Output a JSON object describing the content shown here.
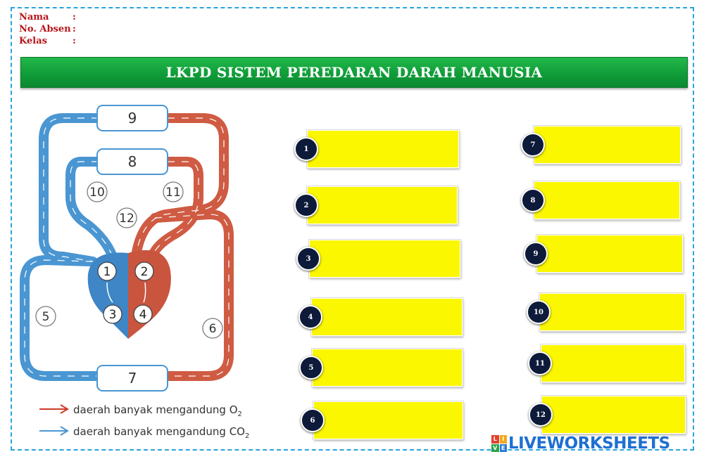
{
  "header": {
    "fields": [
      {
        "label": "Nama",
        "sep": ":"
      },
      {
        "label": "No. Absen",
        "sep": ":"
      },
      {
        "label": "Kelas",
        "sep": ":"
      }
    ]
  },
  "title": "LKPD SISTEM PEREDARAN DARAH MANUSIA",
  "diagram": {
    "labels": {
      "n1": "1",
      "n2": "2",
      "n3": "3",
      "n4": "4",
      "n5": "5",
      "n6": "6",
      "n7": "7",
      "n8": "8",
      "n9": "9",
      "n10": "10",
      "n11": "11",
      "n12": "12"
    },
    "legend": {
      "red_text": "daerah banyak mengandung O",
      "red_sub": "2",
      "blue_text": "daerah banyak mengandung CO",
      "blue_sub": "2"
    },
    "colors": {
      "oxygen": "#d0513a",
      "co2": "#3f8fce",
      "box_fill": "#fbf700"
    }
  },
  "answers": [
    {
      "number": "1",
      "value": ""
    },
    {
      "number": "2",
      "value": ""
    },
    {
      "number": "3",
      "value": ""
    },
    {
      "number": "4",
      "value": ""
    },
    {
      "number": "5",
      "value": ""
    },
    {
      "number": "6",
      "value": ""
    },
    {
      "number": "7",
      "value": ""
    },
    {
      "number": "8",
      "value": ""
    },
    {
      "number": "9",
      "value": ""
    },
    {
      "number": "10",
      "value": ""
    },
    {
      "number": "11",
      "value": ""
    },
    {
      "number": "12",
      "value": ""
    }
  ],
  "brand": {
    "logo_letters": [
      "L",
      "I",
      "V",
      "E"
    ],
    "name": "LIVEWORKSHEETS"
  }
}
